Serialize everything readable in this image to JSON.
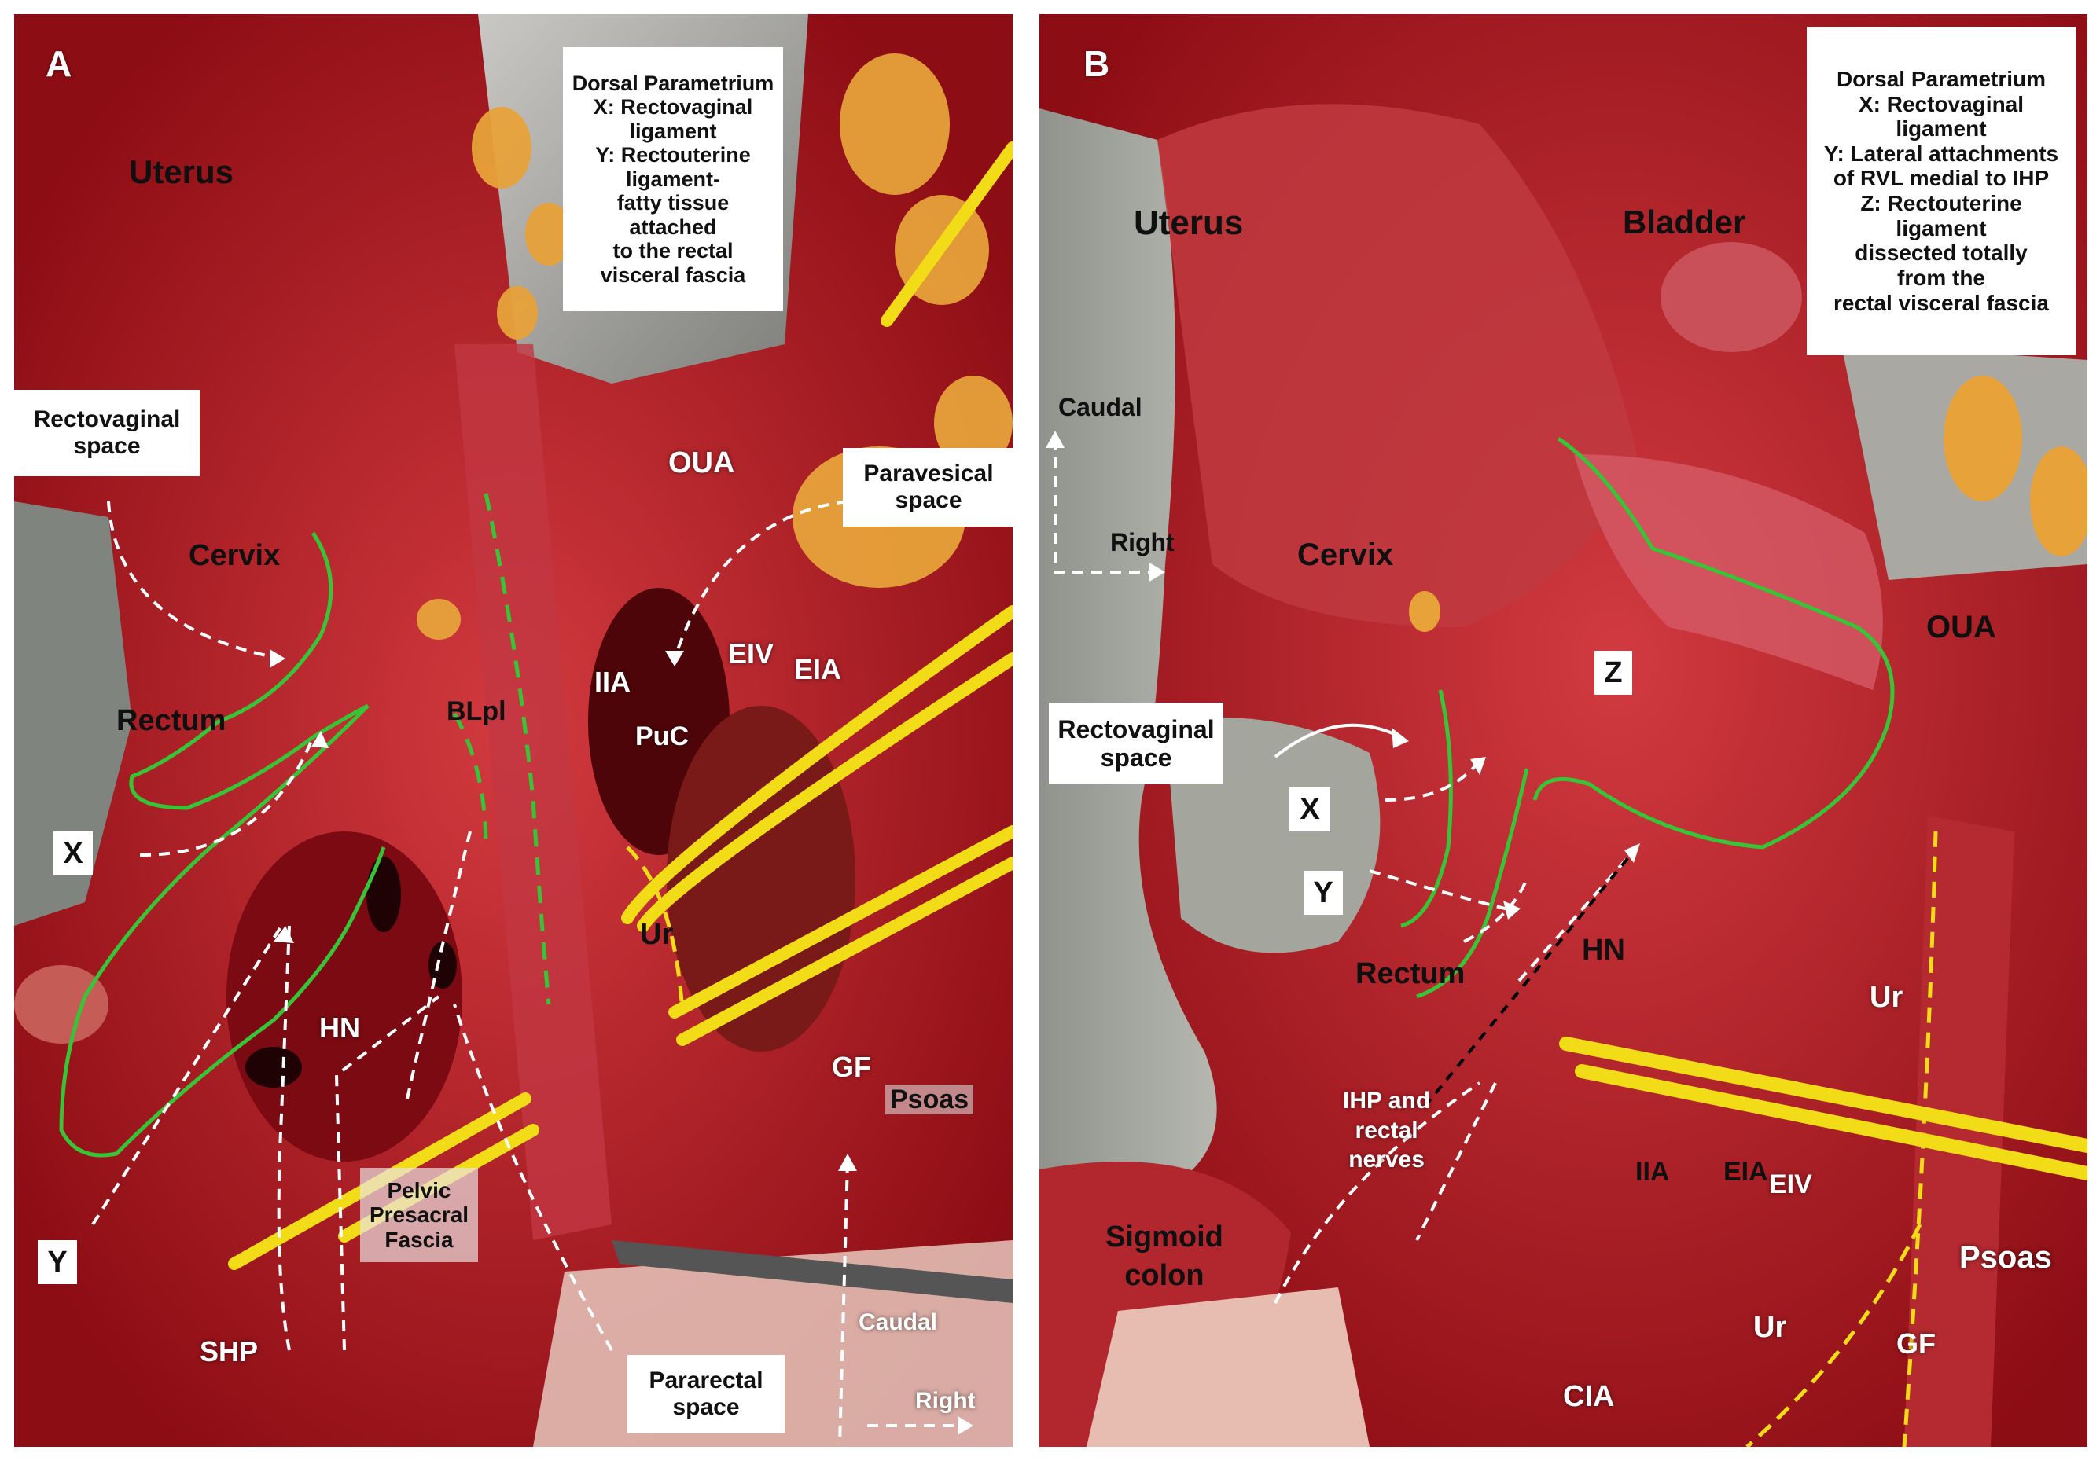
{
  "panel_a": {
    "letter": "A",
    "legend": {
      "title": "Dorsal Parametrium",
      "x_line": "X: Rectovaginal",
      "x_line2": "ligament",
      "y_line": "Y: Rectouterine",
      "y_line2": "ligament-",
      "y_line3": "fatty tissue attached",
      "y_line4": "to the rectal",
      "y_line5": "visceral fascia"
    },
    "labels": {
      "uterus": "Uterus",
      "cervix": "Cervix",
      "rectum": "Rectum",
      "oua": "OUA",
      "iia": "IIA",
      "eiv": "EIV",
      "eia": "EIA",
      "puc": "PuC",
      "blpl": "BLpl",
      "ur": "Ur",
      "hn": "HN",
      "gf": "GF",
      "psoas": "Psoas",
      "shp": "SHP",
      "pelvic_line1": "Pelvic",
      "pelvic_line2": "Presacral",
      "pelvic_line3": "Fascia"
    },
    "boxes": {
      "rectovaginal_line1": "Rectovaginal",
      "rectovaginal_line2": "space",
      "paravesical_line1": "Paravesical",
      "paravesical_line2": "space",
      "pararectal_line1": "Pararectal",
      "pararectal_line2": "space",
      "x": "X",
      "y": "Y"
    },
    "orientation": {
      "caudal": "Caudal",
      "right": "Right"
    }
  },
  "panel_b": {
    "letter": "B",
    "legend": {
      "title": "Dorsal Parametrium",
      "x_line": "X: Rectovaginal",
      "x_line2": "ligament",
      "y_line": "Y: Lateral attachments",
      "y_line2": "of RVL medial to IHP",
      "z_line": "Z: Rectouterine",
      "z_line2": "ligament",
      "z_line3": "dissected totally",
      "z_line4": "from the",
      "z_line5": "rectal visceral fascia"
    },
    "labels": {
      "uterus": "Uterus",
      "bladder": "Bladder",
      "cervix": "Cervix",
      "oua": "OUA",
      "rectum": "Rectum",
      "hn": "HN",
      "ur_upper": "Ur",
      "ur_lower": "Ur",
      "iia": "IIA",
      "eia": "EIA",
      "eiv": "EIV",
      "psoas": "Psoas",
      "gf": "GF",
      "cia": "CIA",
      "sigmoid_line1": "Sigmoid",
      "sigmoid_line2": "colon",
      "ihp_line1": "IHP and",
      "ihp_line2": "rectal",
      "ihp_line3": "nerves"
    },
    "boxes": {
      "rectovaginal_line1": "Rectovaginal",
      "rectovaginal_line2": "space",
      "x": "X",
      "y": "Y",
      "z": "Z"
    },
    "orientation": {
      "caudal": "Caudal",
      "right": "Right"
    }
  },
  "colors": {
    "tissue": "#a2121a",
    "deep_tissue": "#6e0a10",
    "fat": "#e8a23a",
    "yellow_loop": "#f2dc18",
    "green_outline": "#37c437",
    "white_dashed": "#ffffff",
    "gray_retractor": "#9a9a96"
  }
}
